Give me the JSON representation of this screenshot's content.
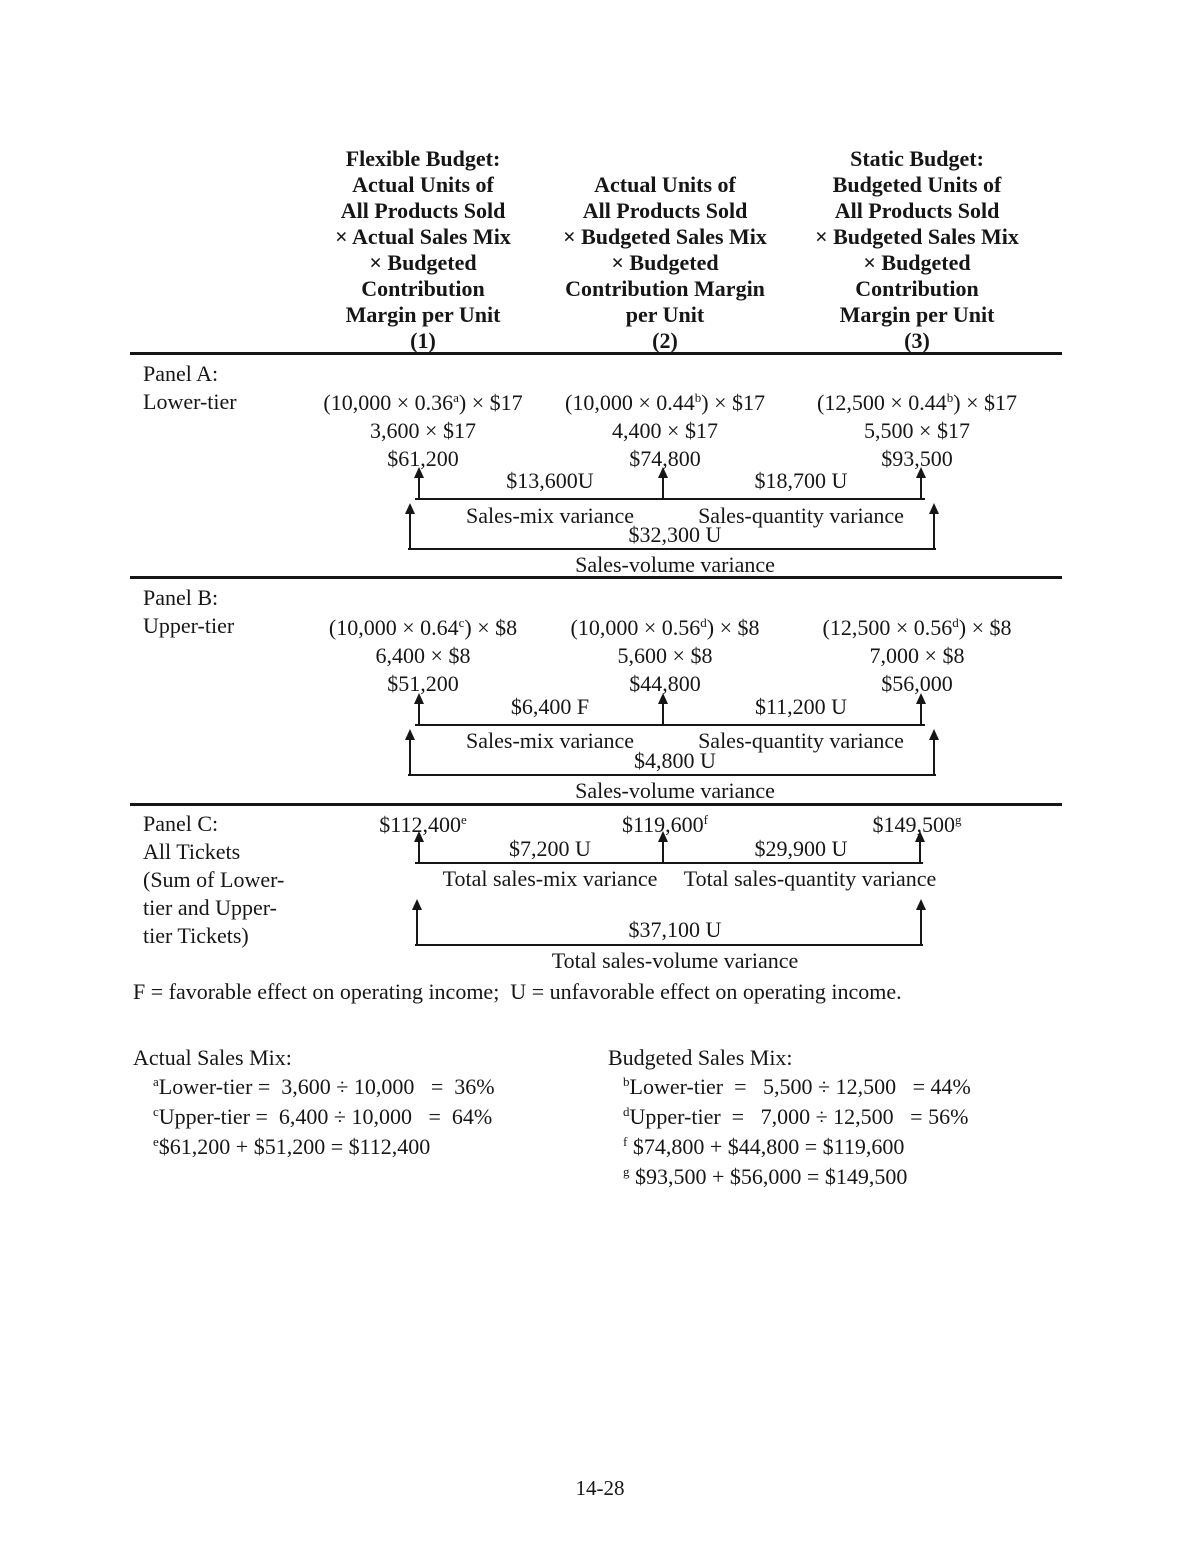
{
  "colors": {
    "text": "#161616",
    "background": "#ffffff"
  },
  "header": {
    "col1": [
      "Flexible Budget:",
      "Actual Units of",
      "All Products Sold",
      "× Actual Sales Mix",
      "× Budgeted",
      "Contribution",
      "Margin per Unit",
      "(1)"
    ],
    "col2": [
      "Actual Units of",
      "All Products Sold",
      "× Budgeted Sales Mix",
      "× Budgeted",
      "Contribution Margin",
      "per Unit",
      "(2)"
    ],
    "col3": [
      "Static Budget:",
      "Budgeted Units of",
      "All Products Sold",
      "× Budgeted Sales Mix",
      "× Budgeted",
      "Contribution",
      "Margin per Unit",
      "(3)"
    ]
  },
  "panelA": {
    "label1": "Panel A:",
    "label2": "Lower-tier",
    "col1": {
      "f_pre": "(10,000 × 0.36",
      "f_sup": "a",
      "f_post": ") × $17",
      "calc": "3,600 × $17",
      "total": "$61,200"
    },
    "col2": {
      "f_pre": "(10,000 × 0.44",
      "f_sup": "b",
      "f_post": ") × $17",
      "calc": "4,400 × $17",
      "total": "$74,800"
    },
    "col3": {
      "f_pre": "(12,500 × 0.44",
      "f_sup": "b",
      "f_post": ") × $17",
      "calc": "5,500 × $17",
      "total": "$93,500"
    },
    "mix_amount": "$13,600U",
    "qty_amount": "$18,700 U",
    "mix_label": "Sales-mix variance",
    "qty_label": "Sales-quantity variance",
    "vol_amount": "$32,300 U",
    "vol_label": "Sales-volume variance"
  },
  "panelB": {
    "label1": "Panel B:",
    "label2": "Upper-tier",
    "col1": {
      "f_pre": "(10,000 × 0.64",
      "f_sup": "c",
      "f_post": ") × $8",
      "calc": "6,400 × $8",
      "total": "$51,200"
    },
    "col2": {
      "f_pre": "(10,000 × 0.56",
      "f_sup": "d",
      "f_post": ") × $8",
      "calc": "5,600 × $8",
      "total": "$44,800"
    },
    "col3": {
      "f_pre": "(12,500 × 0.56",
      "f_sup": "d",
      "f_post": ") × $8",
      "calc": "7,000 × $8",
      "total": "$56,000"
    },
    "mix_amount": "$6,400 F",
    "qty_amount": "$11,200 U",
    "mix_label": "Sales-mix variance",
    "qty_label": "Sales-quantity variance",
    "vol_amount": "$4,800 U",
    "vol_label": "Sales-volume variance"
  },
  "panelC": {
    "label1": "Panel C:",
    "label2": "All Tickets",
    "label3": "(Sum of Lower-",
    "label4": "tier and Upper-",
    "label5": "tier Tickets)",
    "col1": {
      "value": "$112,400",
      "sup": "e"
    },
    "col2": {
      "value": "$119,600",
      "sup": "f"
    },
    "col3": {
      "value": "$149,500",
      "sup": "g"
    },
    "mix_amount": "$7,200 U",
    "qty_amount": "$29,900 U",
    "mix_label": "Total sales-mix variance",
    "qty_label": "Total sales-quantity variance",
    "vol_amount": "$37,100 U",
    "vol_label": "Total sales-volume variance"
  },
  "footnote": "F = favorable effect on operating income;  U = unfavorable effect on operating income.",
  "notes": {
    "actual_title": "Actual Sales Mix:",
    "actual": [
      {
        "sup": "a",
        "text": "Lower-tier =  3,600 ÷ 10,000   =  36%"
      },
      {
        "sup": "c",
        "text": "Upper-tier =  6,400 ÷ 10,000   =  64%"
      },
      {
        "sup": "e",
        "text": "$61,200 + $51,200 = $112,400"
      }
    ],
    "budgeted_title": "Budgeted Sales Mix:",
    "budgeted": [
      {
        "sup": "b",
        "text": "Lower-tier  =   5,500 ÷ 12,500   = 44%"
      },
      {
        "sup": "d",
        "text": "Upper-tier  =   7,000 ÷ 12,500   = 56%"
      },
      {
        "sup": "f",
        "text": " $74,800 + $44,800 = $119,600"
      },
      {
        "sup": "g",
        "text": " $93,500 + $56,000 = $149,500"
      }
    ]
  },
  "page_number": "14-28"
}
